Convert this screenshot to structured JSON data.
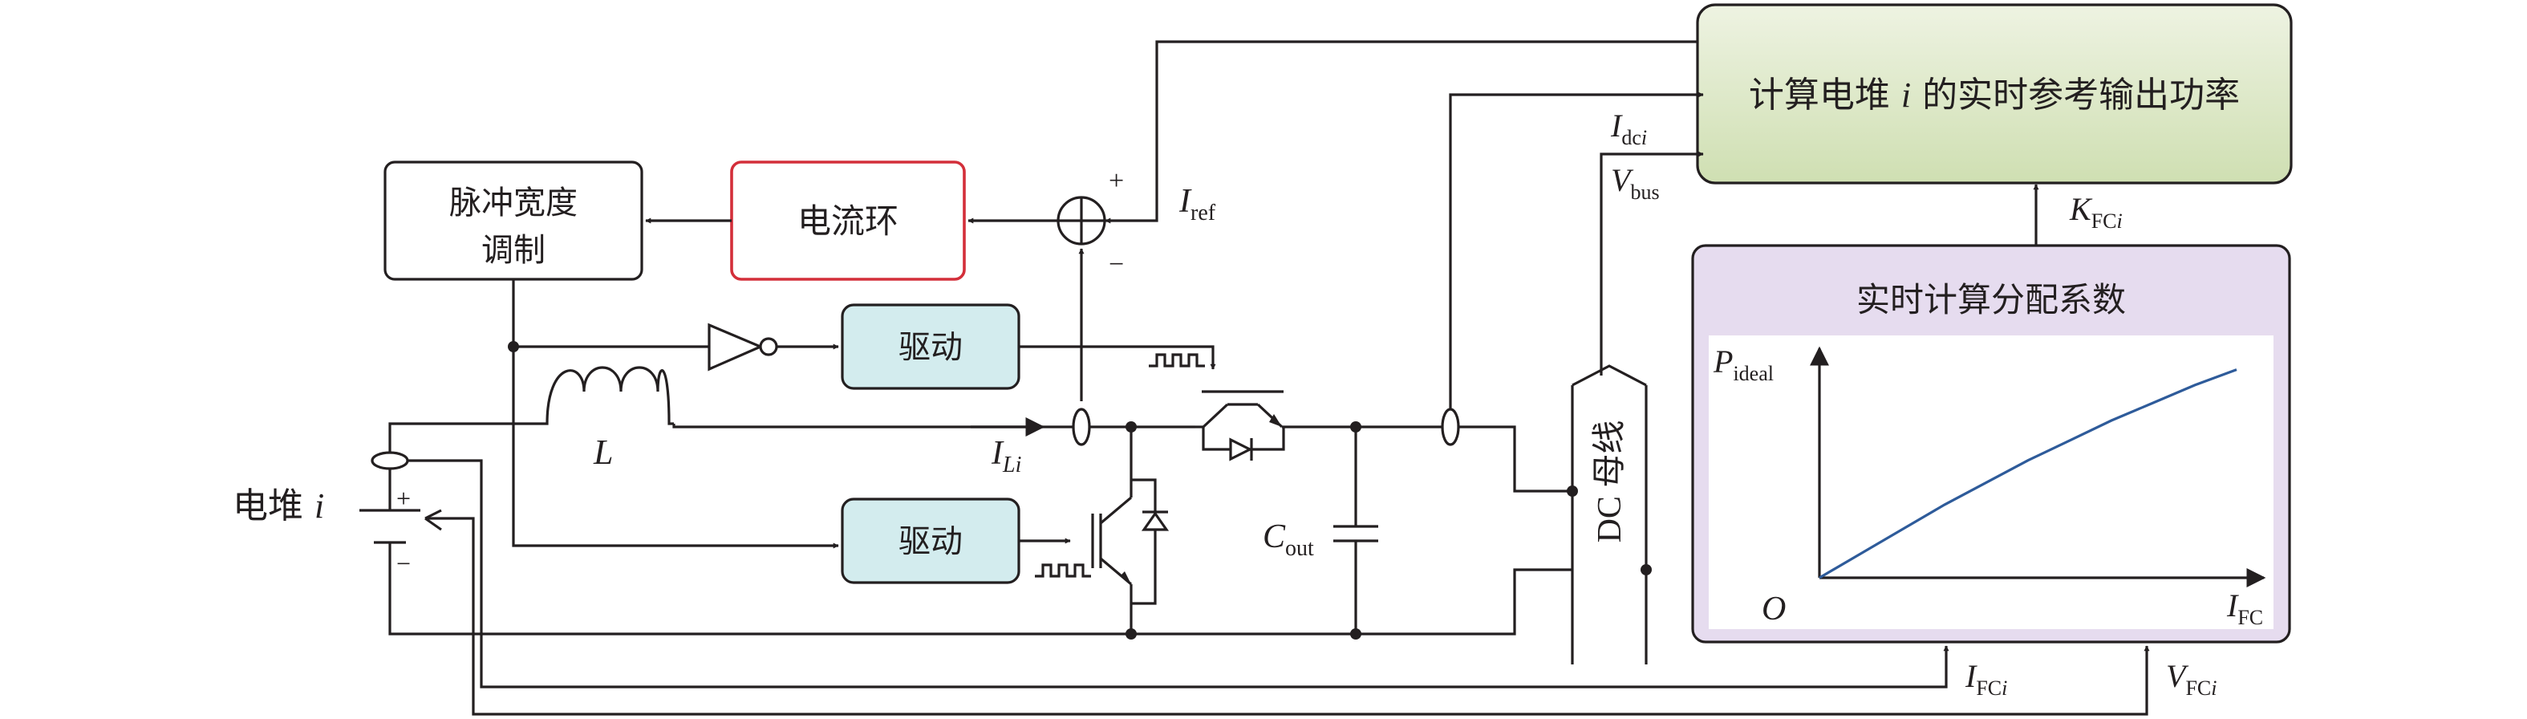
{
  "blocks": {
    "pwm": {
      "line1": "脉冲宽度",
      "line2": "调制"
    },
    "current_loop": "电流环",
    "drive_top": "驱动",
    "drive_bottom": "驱动",
    "calc_power": {
      "prefix": "计算电堆 ",
      "var": "i",
      "suffix": " 的实时参考输出功率"
    },
    "realtime": {
      "title": "实时计算分配系数"
    }
  },
  "labels": {
    "stack": {
      "text": "电堆 ",
      "var": "i"
    },
    "plus_sign": "+",
    "minus_sign": "−",
    "sum_plus": "+",
    "sum_minus": "−",
    "inductor": "L",
    "iref": {
      "main": "I",
      "sub": "ref"
    },
    "ili": {
      "main": "I",
      "sub": "Li"
    },
    "cout": {
      "main": "C",
      "sub": "out"
    },
    "idci": {
      "main": "I",
      "sub1": "dc",
      "sub2": "i"
    },
    "vbus": {
      "main": "V",
      "sub": "bus"
    },
    "kfci": {
      "main": "K",
      "sub1": "FC",
      "sub2": "i"
    },
    "ifci": {
      "main": "I",
      "sub1": "FC",
      "sub2": "i"
    },
    "vfci": {
      "main": "V",
      "sub1": "FC",
      "sub2": "i"
    },
    "dc_bus": "DC 母线"
  },
  "chart_data": {
    "type": "line",
    "ylabel": {
      "main": "P",
      "sub": "ideal"
    },
    "xlabel": {
      "main": "I",
      "sub": "FC"
    },
    "origin": "O",
    "series": [
      {
        "x": [
          0,
          0.1,
          0.2,
          0.3,
          0.4,
          0.5,
          0.6,
          0.7,
          0.8,
          0.9,
          1.0
        ],
        "y": [
          0,
          0.11,
          0.22,
          0.33,
          0.43,
          0.53,
          0.62,
          0.71,
          0.79,
          0.87,
          0.94
        ]
      }
    ],
    "line_color": "#2e5b9a"
  },
  "colors": {
    "wire": "#231f20",
    "current_loop_border": "#d32f3a",
    "drive_fill": "#d3ecee",
    "calc_fill_top": "#eef3e2",
    "calc_fill_bottom": "#cfdfb2",
    "realtime_fill": "#e6dcef"
  }
}
